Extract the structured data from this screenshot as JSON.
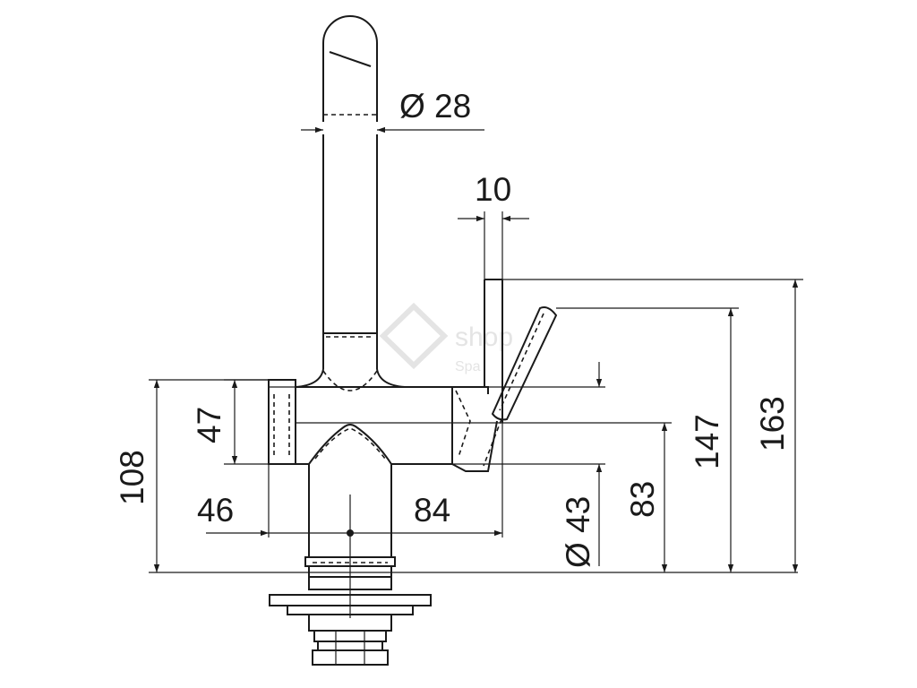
{
  "watermark": {
    "text": "shop",
    "subtext": "Spa"
  },
  "dimensions": {
    "spout_diameter": "Ø 28",
    "lever_width": "10",
    "body_height": "47",
    "overall_base_height": "108",
    "left_reach": "46",
    "right_reach": "84",
    "body_diameter": "Ø 43",
    "lever_axis_height": "83",
    "lever_top_height": "147",
    "overall_height": "163"
  },
  "colors": {
    "ink": "#1a1a1a",
    "background": "#ffffff",
    "watermark": "#e4e4e4"
  }
}
